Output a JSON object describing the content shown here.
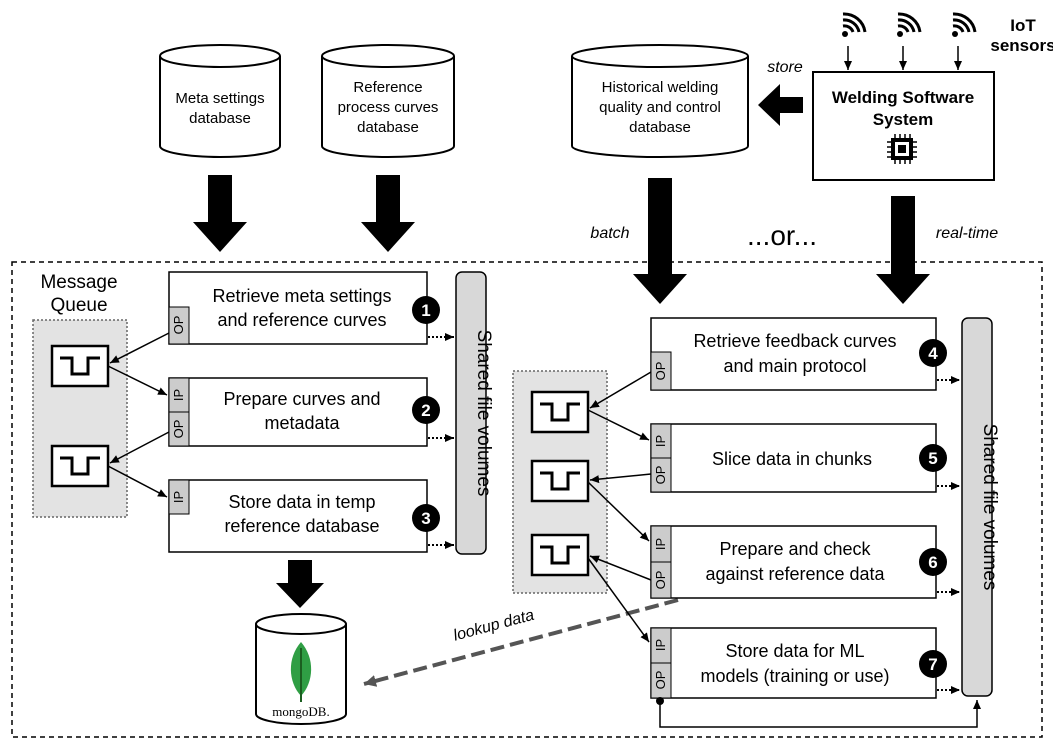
{
  "databases": {
    "meta": [
      "Meta settings",
      "database"
    ],
    "reference": [
      "Reference",
      "process curves",
      "database"
    ],
    "historical": [
      "Historical welding",
      "quality and control",
      "database"
    ]
  },
  "system": {
    "title": [
      "Welding Software",
      "System"
    ],
    "sensors_label": [
      "IoT",
      "sensors"
    ]
  },
  "flow_labels": {
    "store": "store",
    "batch": "batch",
    "or": "...or...",
    "realtime": "real-time",
    "lookup": "lookup data"
  },
  "message_queue": [
    "Message",
    "Queue"
  ],
  "port_labels": {
    "output": "OP",
    "input": "IP"
  },
  "left_pipeline": [
    {
      "num": "1",
      "lines": [
        "Retrieve meta settings",
        "and reference curves"
      ]
    },
    {
      "num": "2",
      "lines": [
        "Prepare curves and",
        "metadata"
      ]
    },
    {
      "num": "3",
      "lines": [
        "Store data in temp",
        "reference database"
      ]
    }
  ],
  "right_pipeline": [
    {
      "num": "4",
      "lines": [
        "Retrieve feedback curves",
        "and main protocol"
      ]
    },
    {
      "num": "5",
      "lines": [
        "Slice data in chunks"
      ]
    },
    {
      "num": "6",
      "lines": [
        "Prepare and check",
        "against reference data"
      ]
    },
    {
      "num": "7",
      "lines": [
        "Store data for ML",
        "models (training or use)"
      ]
    }
  ],
  "shared_volumes": "Shared file volumes",
  "mongodb_label": "mongoDB."
}
